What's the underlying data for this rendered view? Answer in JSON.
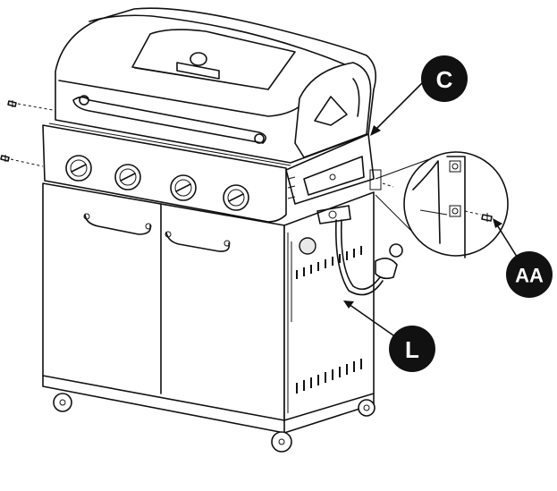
{
  "callouts": {
    "c": {
      "label": "C"
    },
    "aa": {
      "label": "AA"
    },
    "l": {
      "label": "L"
    }
  },
  "colors": {
    "line": "#111111",
    "callout_fill": "#111111",
    "callout_text": "#ffffff",
    "background": "#ffffff"
  }
}
